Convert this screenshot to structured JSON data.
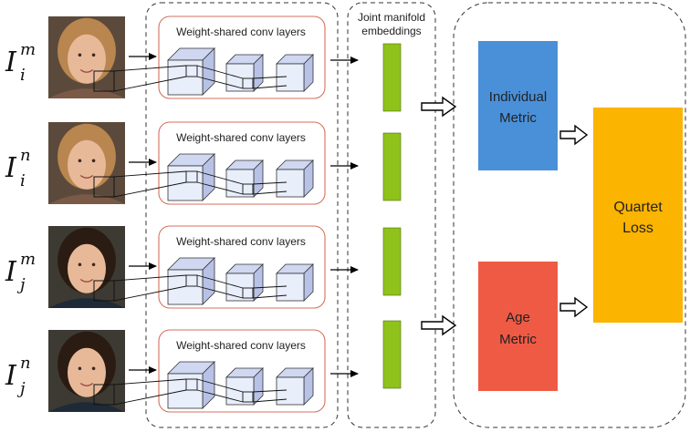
{
  "rows": [
    {
      "symbol": "I",
      "sub": "i",
      "sup": "m",
      "conv_label": "Weight-shared conv layers",
      "photo_icon": "face-photo-female"
    },
    {
      "symbol": "I",
      "sub": "i",
      "sup": "n",
      "conv_label": "Weight-shared conv layers",
      "photo_icon": "face-photo-female"
    },
    {
      "symbol": "I",
      "sub": "j",
      "sup": "m",
      "conv_label": "Weight-shared conv layers",
      "photo_icon": "face-photo-male"
    },
    {
      "symbol": "I",
      "sub": "j",
      "sup": "n",
      "conv_label": "Weight-shared conv layers",
      "photo_icon": "face-photo-male"
    }
  ],
  "embeddings": {
    "title_line1": "Joint manifold",
    "title_line2": "embeddings"
  },
  "metrics": {
    "individual": {
      "line1": "Individual",
      "line2": "Metric",
      "color": "#4a90d9"
    },
    "age": {
      "line1": "Age",
      "line2": "Metric",
      "color": "#ef5a45"
    }
  },
  "loss": {
    "line1": "Quartet",
    "line2": "Loss",
    "color": "#fbb400"
  },
  "colors": {
    "embedding_bar": "#8fc21a",
    "conv_box_border": "#d6705c",
    "cube_face": "#e9eefb",
    "cube_side": "#b7c2e6",
    "cube_top": "#cfd7f1"
  }
}
